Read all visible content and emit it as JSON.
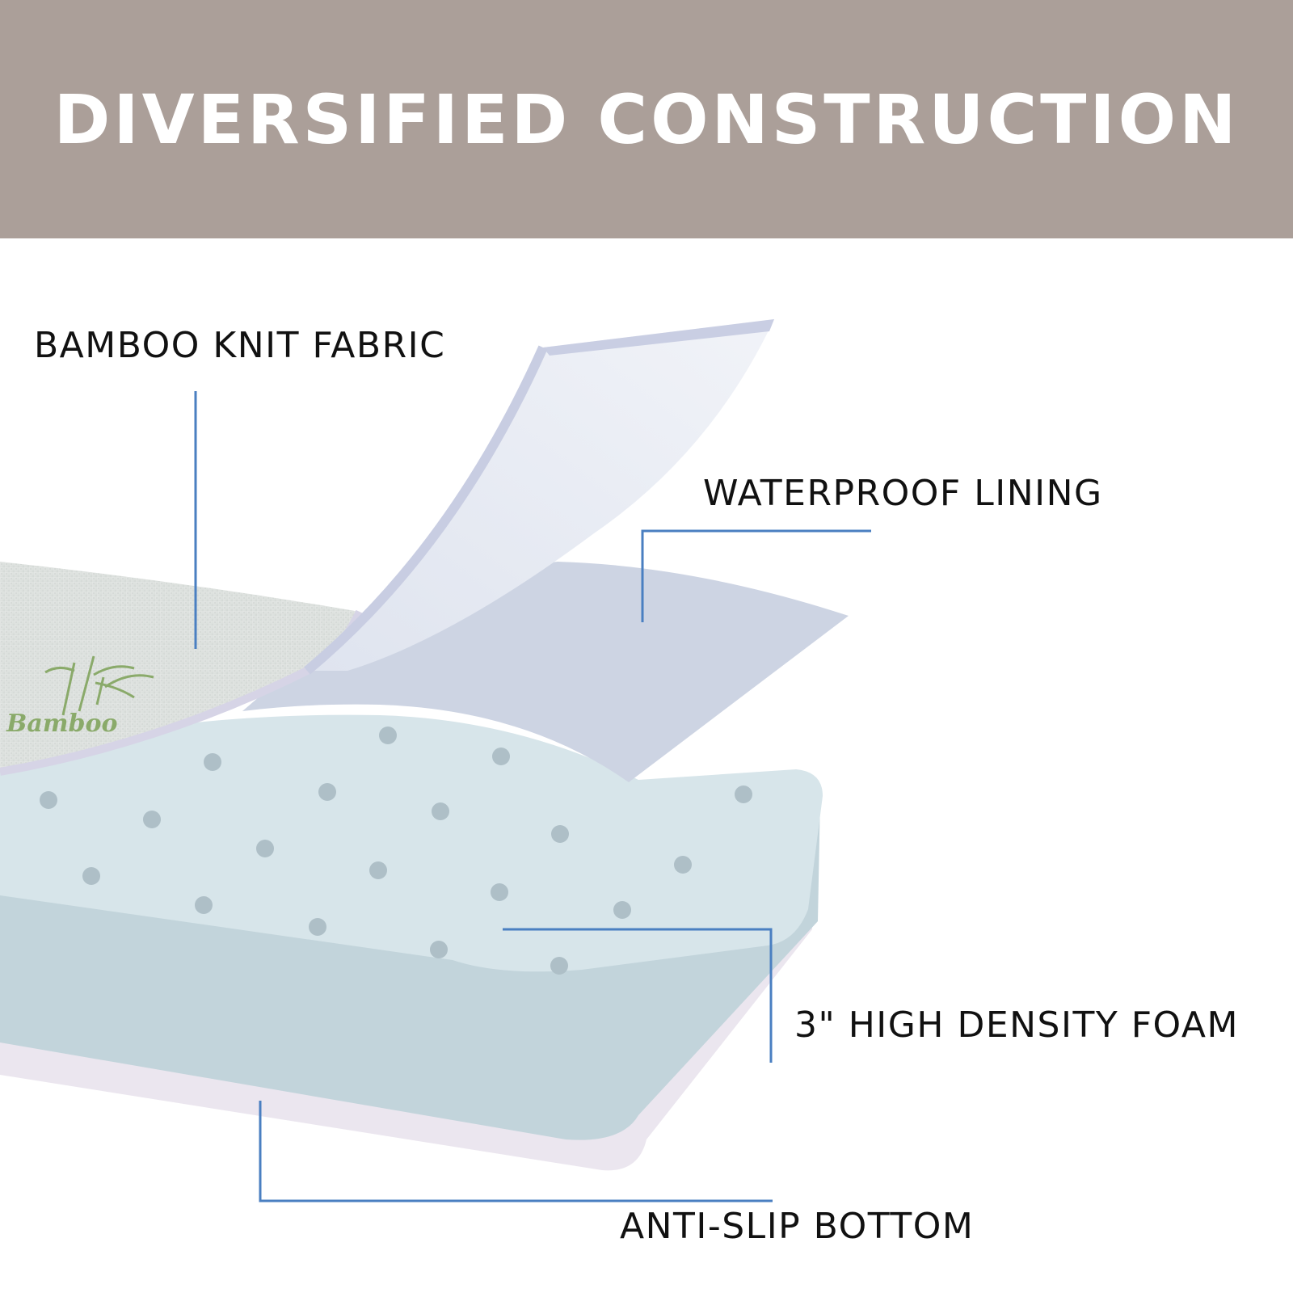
{
  "header": {
    "title": "DIVERSIFIED CONSTRUCTION"
  },
  "callouts": {
    "bamboo_knit_fabric": "BAMBOO KNIT FABRIC",
    "waterproof_lining": "WATERPROOF LINING",
    "high_density_foam": "3\" HIGH DENSITY FOAM",
    "anti_slip_bottom": "ANTI-SLIP BOTTOM"
  },
  "illustration": {
    "fabric_print": "Bamboo"
  },
  "colors": {
    "banner": "#ab9f99",
    "leader_line": "#4a7fc1",
    "foam": "#d7e5ea",
    "foam_side": "#c2d4db",
    "bottom_layer": "#ebe6ef",
    "lining": "#cdd4e3",
    "fabric": "#e2e6e3",
    "bamboo_green": "#8aaa6a"
  }
}
